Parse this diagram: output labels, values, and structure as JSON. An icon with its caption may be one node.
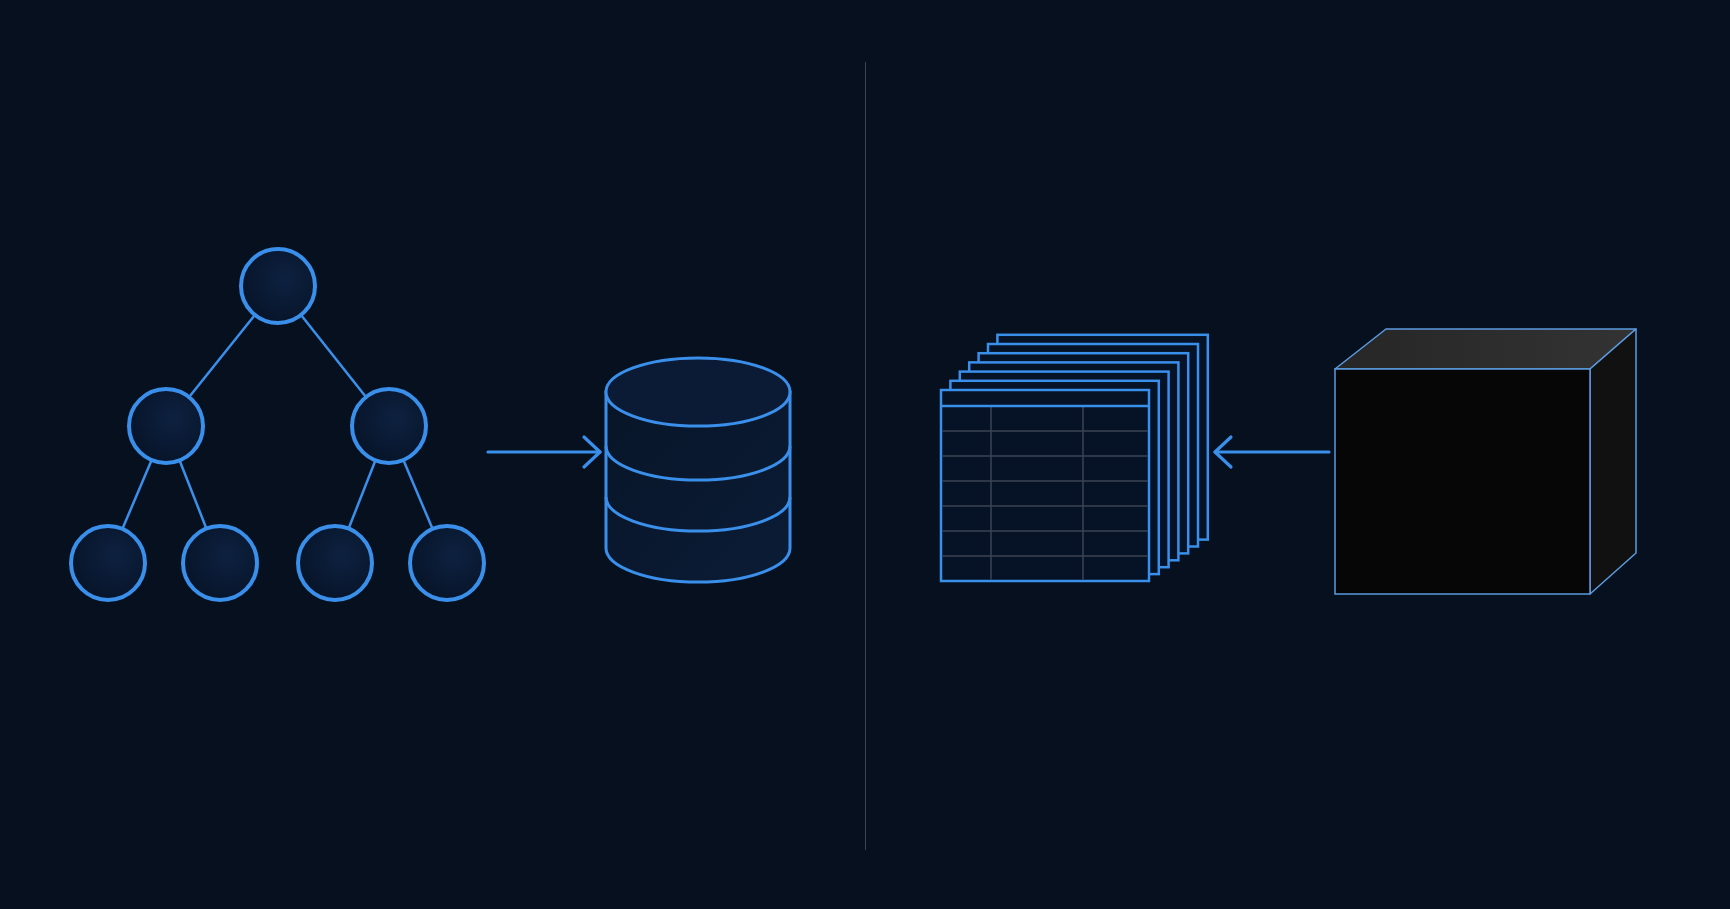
{
  "diagram": {
    "nodes": [
      {
        "text": [],
        "shape": "circle"
      },
      {
        "text": [],
        "shape": "circle"
      },
      {
        "text": [],
        "shape": "circle"
      },
      {
        "text": [],
        "shape": "circle"
      },
      {
        "text": [],
        "shape": "circle"
      },
      {
        "text": [],
        "shape": "circle"
      },
      {
        "text": [],
        "shape": "circle"
      },
      {
        "text": [],
        "shape": "cylinder"
      },
      {
        "text": [],
        "shape": "table"
      },
      {
        "text": [],
        "shape": "cube"
      }
    ],
    "edges": [
      {
        "from": 0,
        "to": 1,
        "arrow": "none"
      },
      {
        "from": 0,
        "to": 2,
        "arrow": "none"
      },
      {
        "from": 1,
        "to": 3,
        "arrow": "none"
      },
      {
        "from": 1,
        "to": 4,
        "arrow": "none"
      },
      {
        "from": 2,
        "to": 5,
        "arrow": "none"
      },
      {
        "from": 2,
        "to": 6,
        "arrow": "none"
      },
      {
        "from": null,
        "to": 7,
        "arrow": "to"
      },
      {
        "from": 9,
        "to": 8,
        "arrow": "to"
      }
    ]
  }
}
